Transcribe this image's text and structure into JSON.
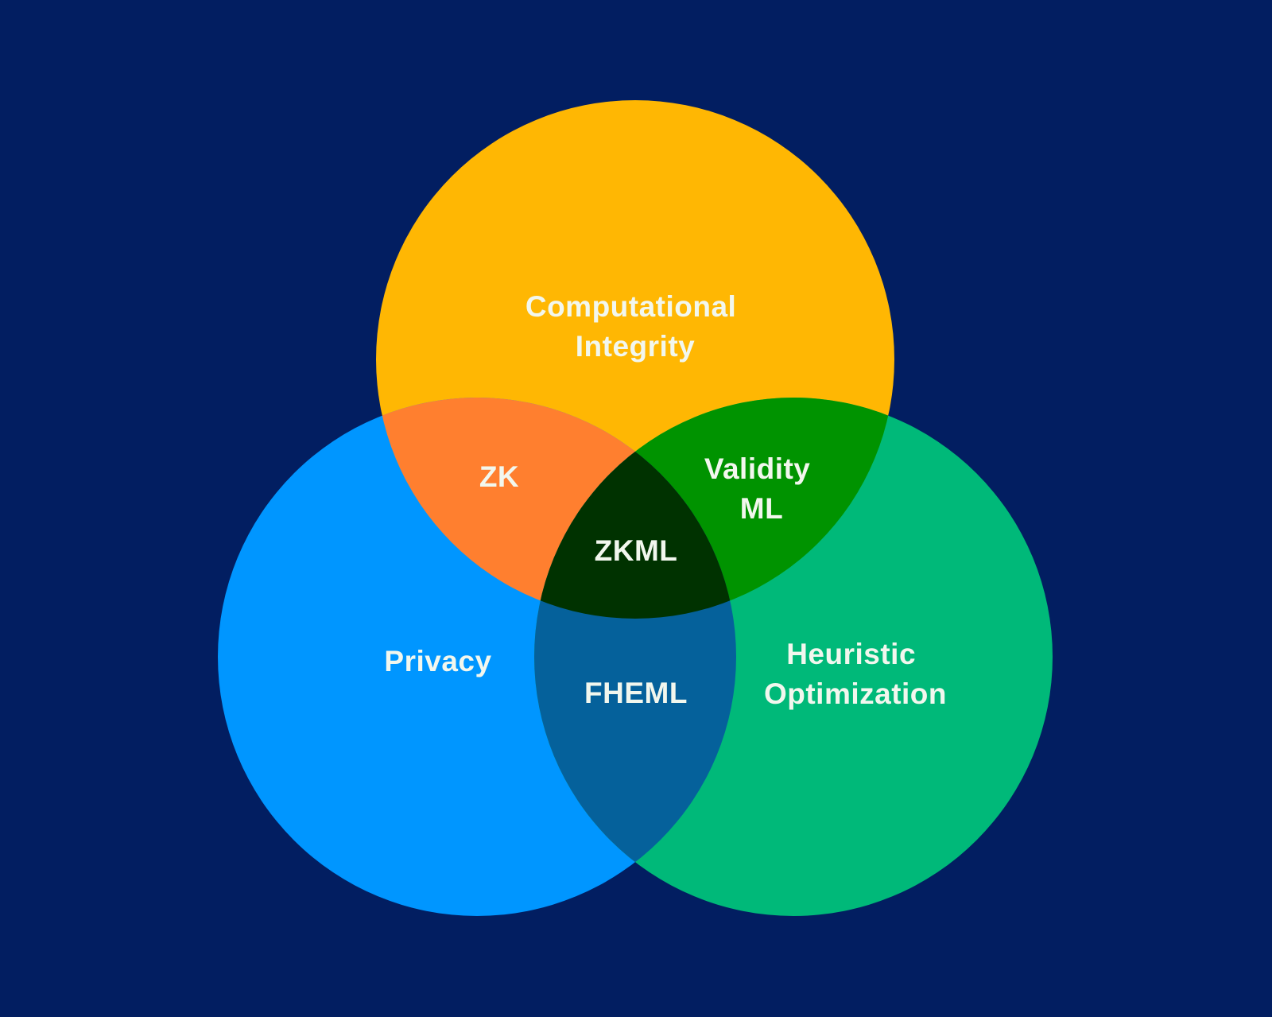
{
  "diagram": {
    "colors": {
      "background": "#021e61",
      "computational_integrity": "#ffb703",
      "privacy": "#0096ff",
      "heuristic_optimization": "#00b979",
      "zk_overlap": "#ff7f2f",
      "validity_ml_overlap": "#009300",
      "fheml_overlap": "#05619b",
      "zkml_overlap": "#003200",
      "label_text": "#f2f7ee"
    },
    "circles": {
      "computational_integrity": {
        "line1": "Computational",
        "line2": "Integrity"
      },
      "privacy": {
        "label": "Privacy"
      },
      "heuristic_optimization": {
        "line1": "Heuristic",
        "line2": "Optimization"
      }
    },
    "overlaps": {
      "zk": {
        "label": "ZK"
      },
      "validity_ml": {
        "line1": "Validity",
        "line2": "ML"
      },
      "fheml": {
        "label": "FHEML"
      },
      "zkml": {
        "label": "ZKML"
      }
    }
  }
}
